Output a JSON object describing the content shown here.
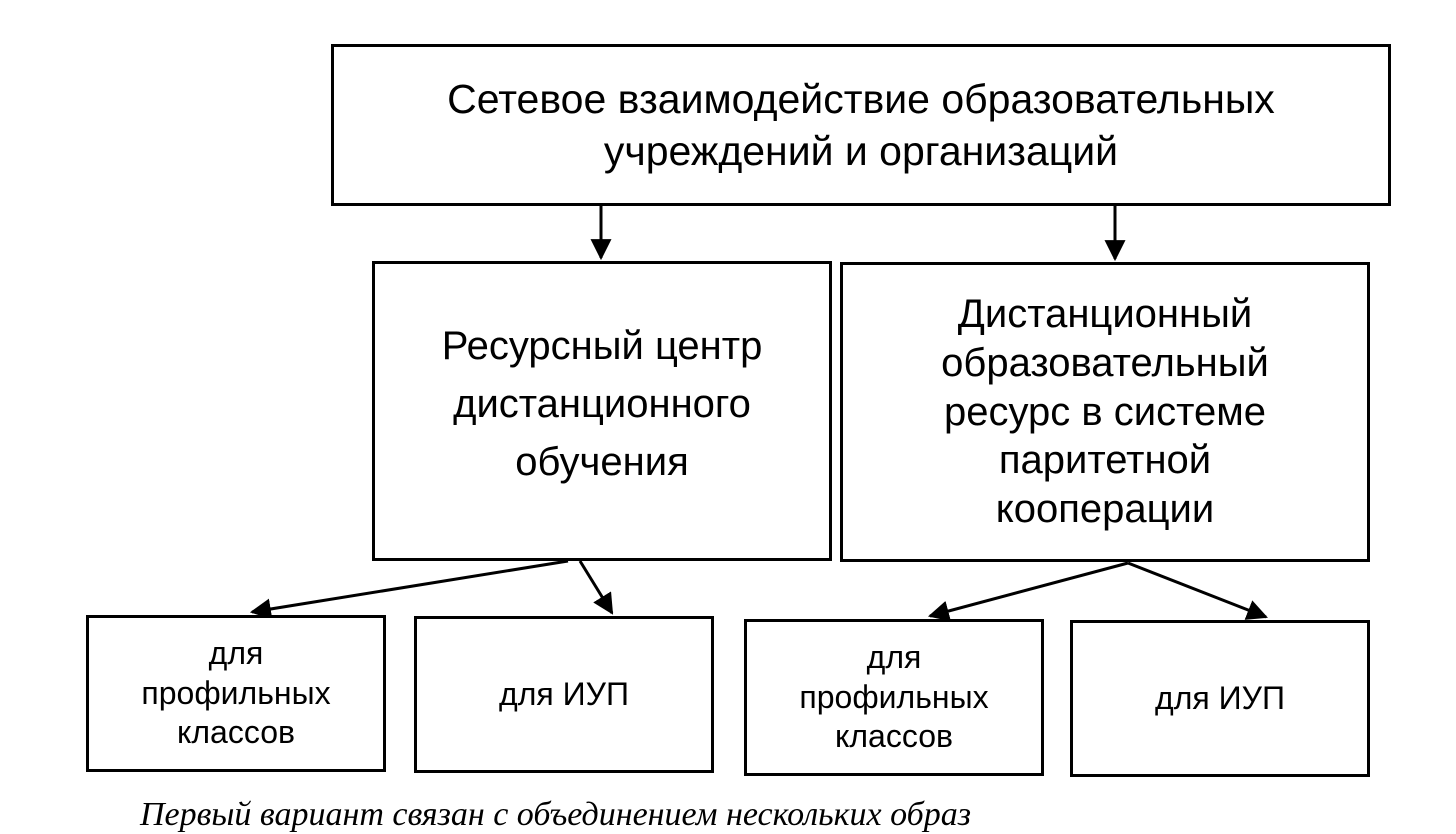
{
  "diagram": {
    "root": {
      "label": "Сетевое взаимодействие образовательных\nучреждений и организаций"
    },
    "branches": [
      {
        "label": "Ресурсный центр\nдистанционного\nобучения",
        "children": [
          {
            "label": "для\nпрофильных\nклассов"
          },
          {
            "label": "для ИУП"
          }
        ]
      },
      {
        "label": "Дистанционный\nобразовательный\nресурс в системе\nпаритетной\nкооперации",
        "children": [
          {
            "label": "для\nпрофильных\nклассов"
          },
          {
            "label": "для ИУП"
          }
        ]
      }
    ],
    "caption": "Первый вариант связан с объединением нескольких образ"
  }
}
